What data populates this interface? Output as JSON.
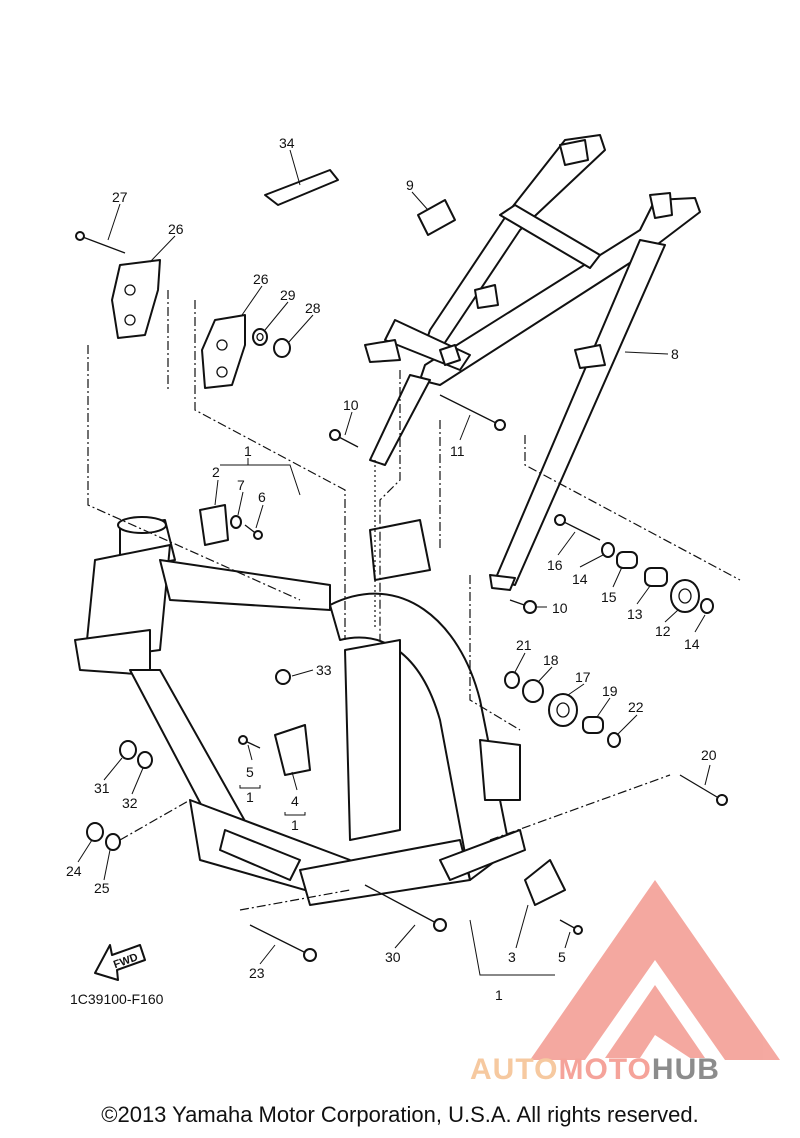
{
  "diagram_code": "1C39100-F160",
  "fwd_label": "FWD",
  "copyright": "©2013 Yamaha Motor Corporation, U.S.A. All rights reserved.",
  "watermark": {
    "part1": "AUTO",
    "part2": "MOTO",
    "part3": "HUB"
  },
  "colors": {
    "line": "#111111",
    "logo_red": "#f39a90",
    "logo_orange": "#f6c9a0",
    "logo_gray": "#8c8c8c"
  },
  "callouts": {
    "c34": "34",
    "c9": "9",
    "c27": "27",
    "c26a": "26",
    "c26b": "26",
    "c29": "29",
    "c28": "28",
    "c8": "8",
    "c10a": "10",
    "c11": "11",
    "c1a": "1",
    "c2": "2",
    "c7": "7",
    "c6": "6",
    "c16": "16",
    "c14a": "14",
    "c15": "15",
    "c13": "13",
    "c12": "12",
    "c14b": "14",
    "c10b": "10",
    "c21": "21",
    "c18": "18",
    "c17": "17",
    "c19": "19",
    "c22": "22",
    "c33": "33",
    "c31": "31",
    "c32": "32",
    "c5a": "5",
    "c1b": "1",
    "c4": "4",
    "c1c": "1",
    "c20": "20",
    "c24": "24",
    "c25": "25",
    "c30": "30",
    "c23": "23",
    "c3": "3",
    "c5b": "5",
    "c1d": "1"
  }
}
